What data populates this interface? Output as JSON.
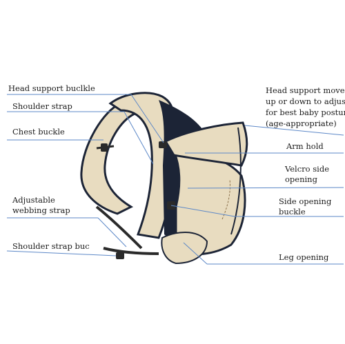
{
  "labels": {
    "head_support_buckle": "Head support buclkle",
    "shoulder_strap": "Shoulder strap",
    "chest_buckle": "Chest buckle",
    "adjustable_1": "Adjustable",
    "adjustable_2": "webbing strap",
    "shoulder_strap_buc": "Shoulder strap buc",
    "head_support_moves_1": "Head support moves",
    "head_support_moves_2": "up or down to adjust",
    "head_support_moves_3": "for best baby posture",
    "head_support_moves_4": "(age-appropriate)",
    "arm_hold": "Arm hold",
    "velcro_1": "Velcro side",
    "velcro_2": "opening",
    "side_opening_1": "Side opening",
    "side_opening_2": "buckle",
    "leg_opening": "Leg opening"
  },
  "colors": {
    "fabric": "#e8dcc0",
    "fabric_shade": "#d6c7a5",
    "navy": "#1c2436",
    "leader_line": "#5b87c7",
    "webbing": "#2a2a2a"
  }
}
